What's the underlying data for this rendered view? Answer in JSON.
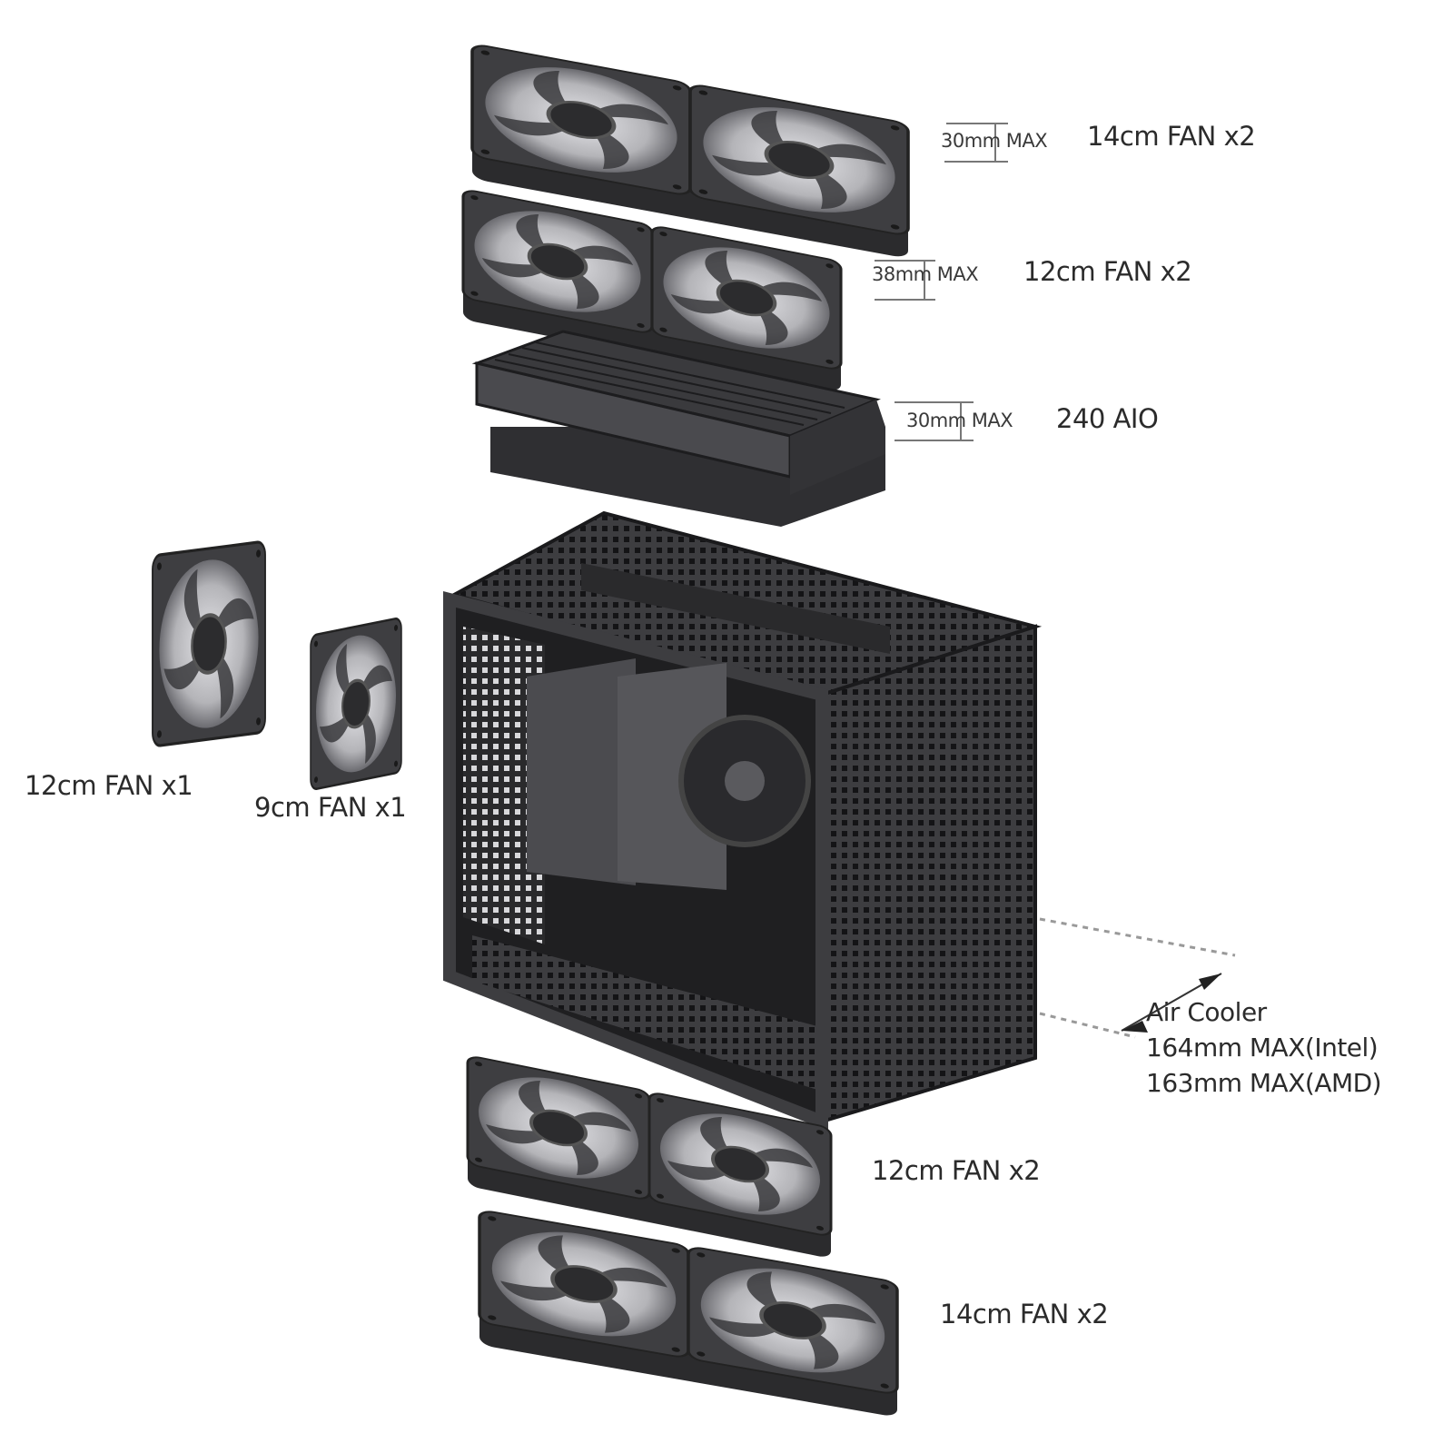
{
  "top_14cm": {
    "dimension": "30mm MAX",
    "label": "14cm FAN x2"
  },
  "top_12cm": {
    "dimension": "38mm MAX",
    "label": "12cm FAN x2"
  },
  "top_aio": {
    "dimension": "30mm MAX",
    "label": "240 AIO"
  },
  "rear_fans": {
    "fan_12": "12cm FAN x1",
    "fan_9": "9cm FAN x1"
  },
  "air_cooler": {
    "title": "Air Cooler",
    "intel": "164mm MAX(Intel)",
    "amd": "163mm MAX(AMD)"
  },
  "bottom_12cm": {
    "label": "12cm FAN x2"
  },
  "bottom_14cm": {
    "label": "14cm FAN x2"
  },
  "colors": {
    "chassis": "#3b3b3e",
    "chassis_dark": "#2a2a2c",
    "blade": "#a9a9ad",
    "text": "#2b2b2b"
  }
}
